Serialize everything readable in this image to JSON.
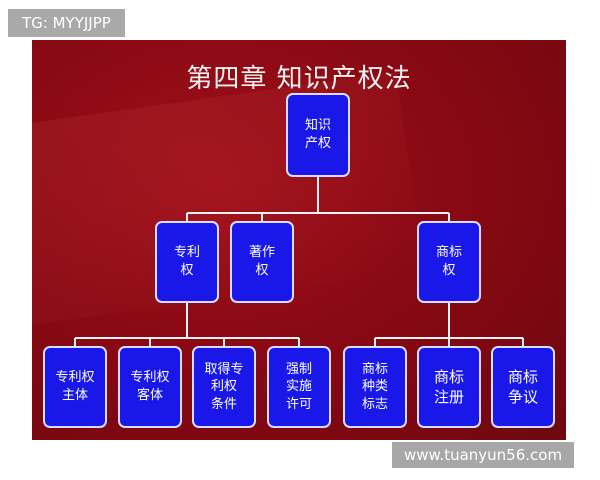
{
  "watermarks": {
    "top_left": "TG: MYYJJPP",
    "bottom_right": "www.tuanyun56.com"
  },
  "slide": {
    "title": "第四章   知识产权法"
  },
  "nodes": {
    "root": "知识\n产权",
    "patent": "专利\n权",
    "copyright": "著作\n权",
    "trademark": "商标\n权",
    "patent_subject": "专利权\n主体",
    "patent_object": "专利权\n客体",
    "patent_conditions": "取得专\n利权\n条件",
    "compulsory_license": "强制\n实施\n许可",
    "trademark_types": "商标\n种类\n标志",
    "trademark_registration": "商标\n注册",
    "trademark_dispute": "商标\n争议"
  }
}
